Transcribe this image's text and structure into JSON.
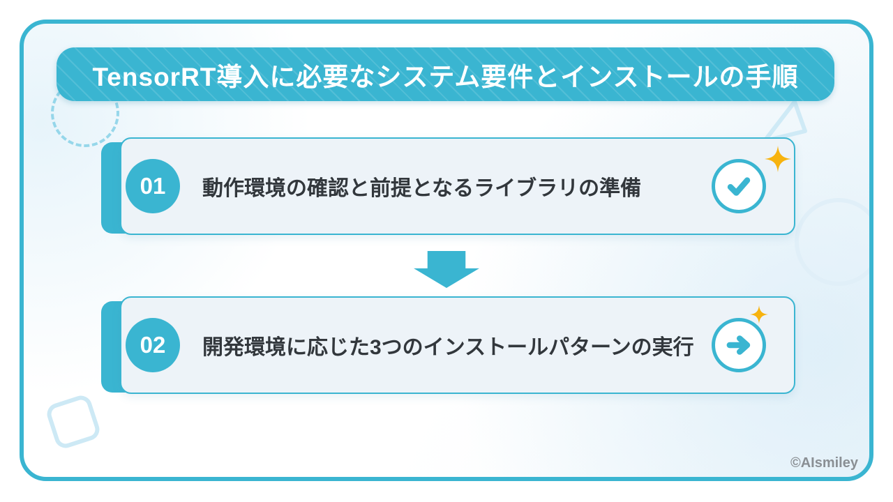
{
  "header": {
    "title": "TensorRT導入に必要なシステム要件とインストールの手順"
  },
  "steps": [
    {
      "number": "01",
      "label": "動作環境の確認と前提となるライブラリの準備",
      "icon": "check-icon"
    },
    {
      "number": "02",
      "label": "開発環境に応じた3つのインストールパターンの実行",
      "icon": "arrow-right-icon"
    }
  ],
  "flow": {
    "connector": "down-arrow-icon"
  },
  "footer": {
    "copyright": "©AIsmiley"
  },
  "colors": {
    "accent_teal": "#3ab5d1",
    "card_background": "#edf3f8",
    "text_dark": "#32373c",
    "sparkle_yellow": "#f7b30f",
    "decor_light_blue": "#cde9f5",
    "decor_faint_blue": "#e0eff8",
    "copyright_gray": "#8a8f94",
    "banner_text": "#ffffff"
  }
}
